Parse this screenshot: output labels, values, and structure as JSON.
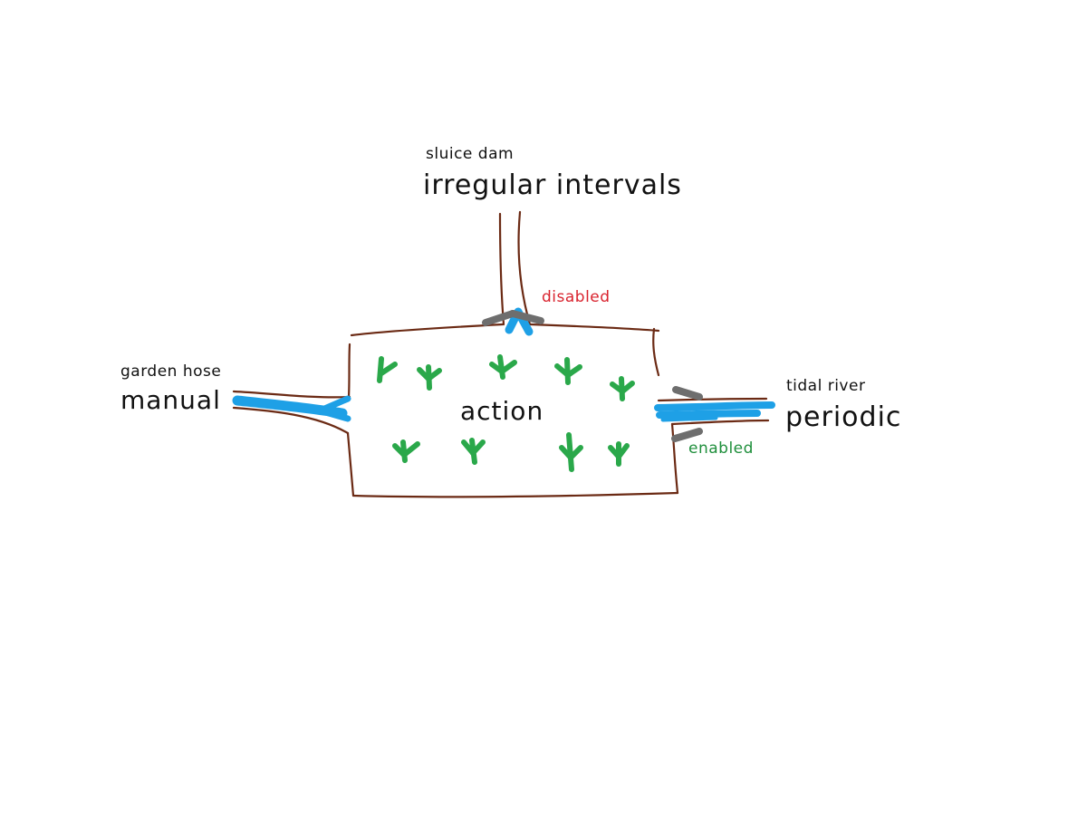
{
  "colors": {
    "outline": "#6b2a14",
    "water": "#1ea0e6",
    "gate": "#6e6e6e",
    "plant": "#2aa84a",
    "text": "#111111",
    "disabled": "#d9232e",
    "enabled": "#1f8f3c"
  },
  "top_source": {
    "name": "sluice dam",
    "trigger": "irregular intervals",
    "gate_state": "disabled"
  },
  "left_source": {
    "name": "garden hose",
    "trigger": "manual"
  },
  "right_source": {
    "name": "tidal river",
    "trigger": "periodic",
    "gate_state": "enabled"
  },
  "field": {
    "label": "action"
  }
}
